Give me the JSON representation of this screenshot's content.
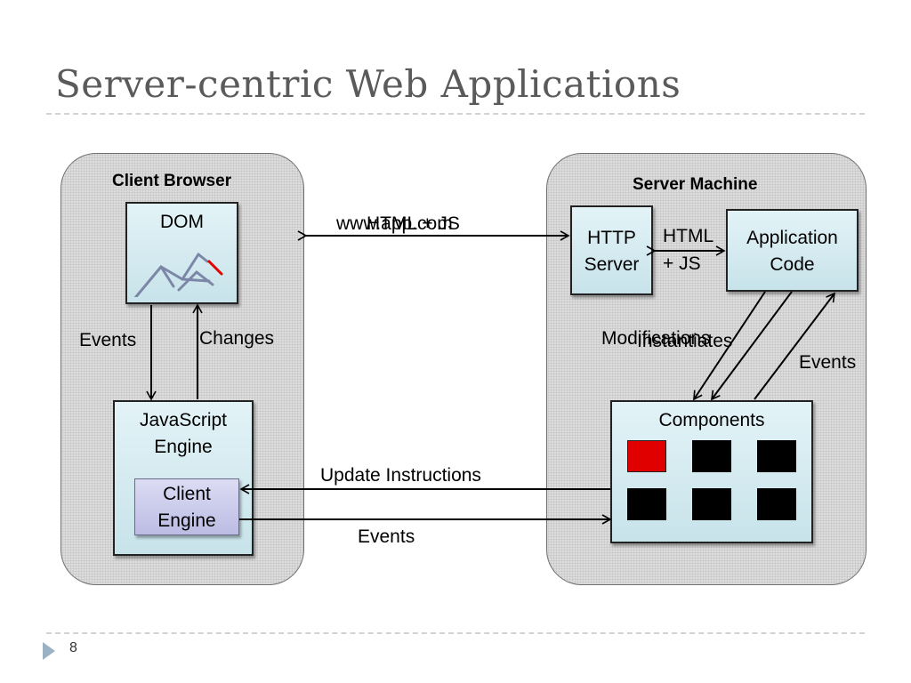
{
  "slide": {
    "title": "Server-centric Web Applications",
    "page_number": "8"
  },
  "client": {
    "label": "Client Browser",
    "dom_label": "DOM",
    "js_engine_line1": "JavaScript",
    "js_engine_line2": "Engine",
    "client_engine_line1": "Client",
    "client_engine_line2": "Engine",
    "events_label": "Events",
    "changes_label": "Changes"
  },
  "server": {
    "label": "Server Machine",
    "http_line1": "HTTP",
    "http_line2": "Server",
    "app_line1": "Application",
    "app_line2": "Code",
    "html_js_line1": "HTML",
    "html_js_line2": "+ JS",
    "modifications_label": "Modifications",
    "instantiates_label": "Instantiates",
    "events_label": "Events",
    "components_label": "Components"
  },
  "links": {
    "url_label": "www.app.com",
    "html_js_label": "HTML + JS",
    "update_instructions_label": "Update Instructions",
    "events_label": "Events"
  },
  "colors": {
    "box_fill": "#d4ecf1",
    "client_engine_fill": "#c8c8ec",
    "highlight": "#e00000"
  }
}
